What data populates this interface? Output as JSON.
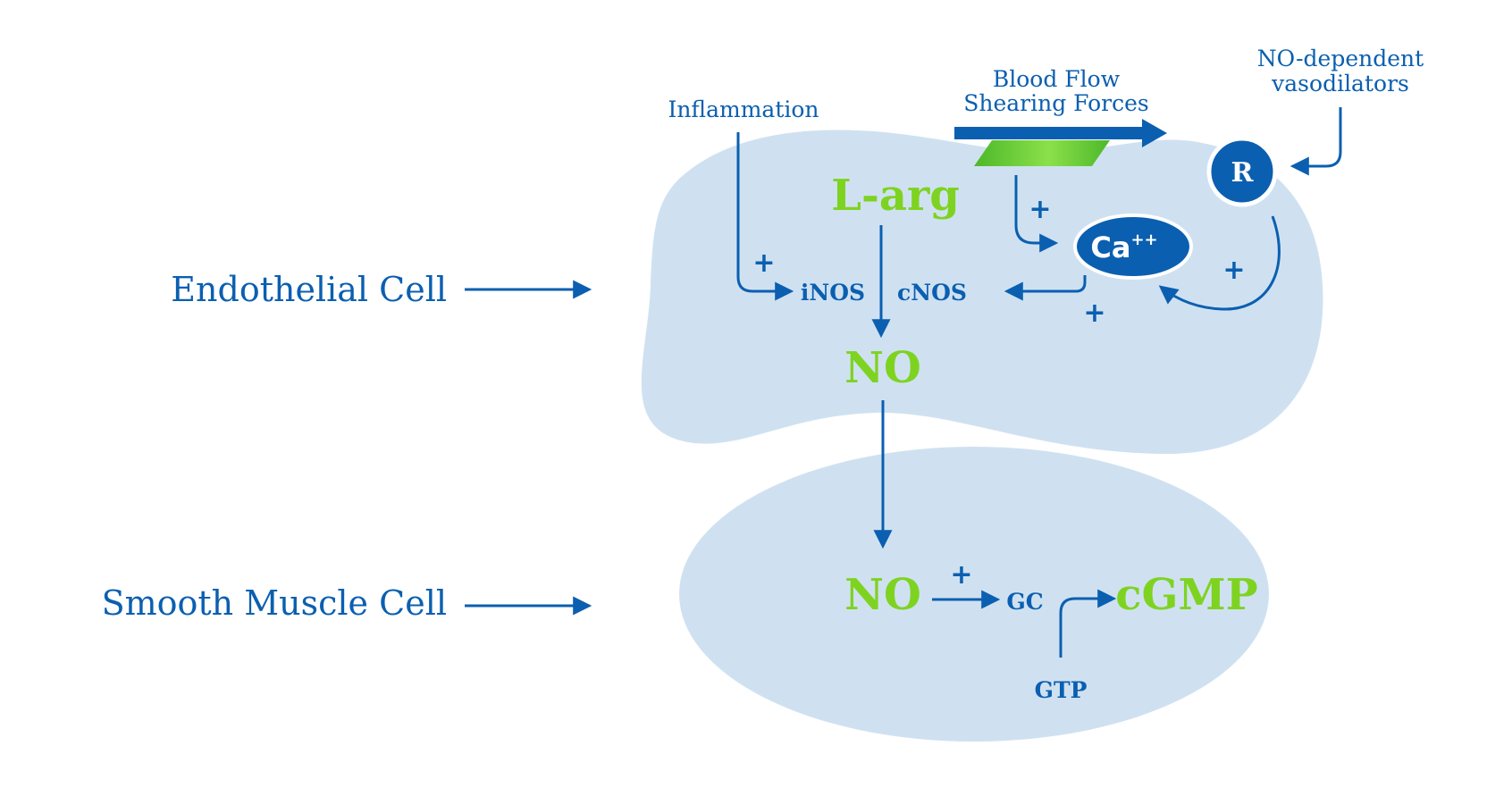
{
  "labels": {
    "endothelial_cell": "Endothelial Cell",
    "smooth_muscle_cell": "Smooth Muscle Cell",
    "inflammation": "Inflammation",
    "blood_flow_line1": "Blood Flow",
    "blood_flow_line2": "Shearing Forces",
    "no_dependent_line1": "NO-dependent",
    "no_dependent_line2": "vasodilators",
    "l_arg": "L-arg",
    "inos": "iNOS",
    "cnos": "cNOS",
    "no_endo": "NO",
    "receptor": "R",
    "calcium": "Ca",
    "calcium_sup": "++",
    "no_smooth": "NO",
    "gc": "GC",
    "cgmp": "cGMP",
    "gtp": "GTP",
    "plus": "+"
  },
  "colors": {
    "primary_blue": "#0b5fb0",
    "green": "#7ed321",
    "cell_fill": "#cfe1f1"
  }
}
